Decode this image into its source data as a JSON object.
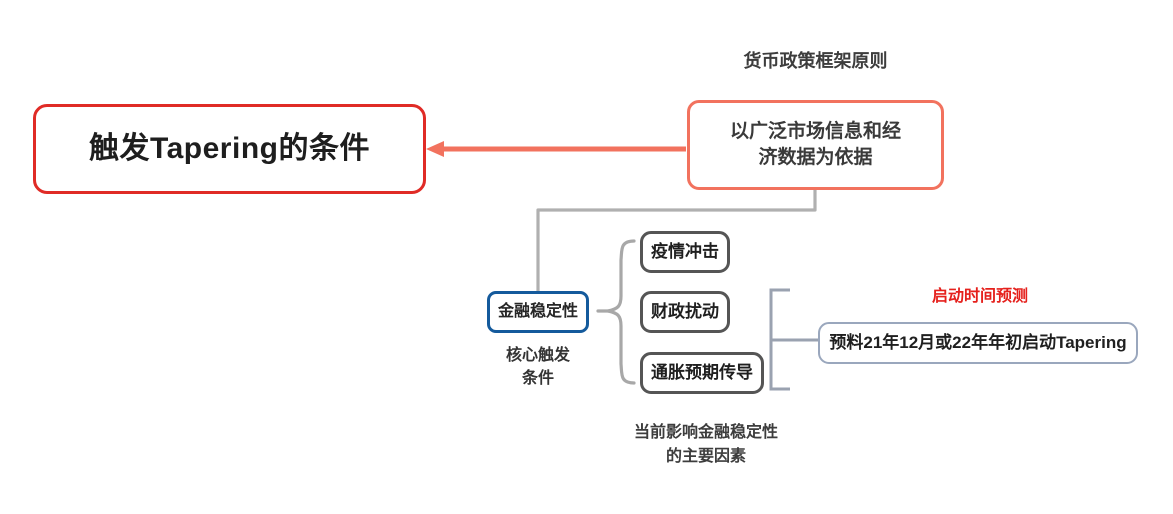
{
  "diagram": {
    "type": "mind-map",
    "background": "#ffffff",
    "root": {
      "label": "触发Tapering的条件",
      "border_color": "#e02b26"
    },
    "principle": {
      "caption": "货币政策框架原则",
      "label": "以广泛市场信息和经\n济数据为依据",
      "border_color": "#f2725e"
    },
    "stability": {
      "label": "金融稳定性",
      "caption": "核心触发\n条件",
      "border_color": "#145a9c"
    },
    "factors": {
      "caption": "当前影响金融稳定性\n的主要因素",
      "border_color": "#555555",
      "items": [
        {
          "label": "疫情冲击"
        },
        {
          "label": "财政扰动"
        },
        {
          "label": "通胀预期传导"
        }
      ]
    },
    "forecast": {
      "caption": "启动时间预测",
      "caption_color": "#e5201c",
      "label": "预料21年12月或22年年初启动Tapering",
      "border_color": "#9aa7bd"
    },
    "connectors": {
      "root_to_principle_color": "#f2725e",
      "principle_to_stability_color": "#b0b0b0",
      "stability_brace_color": "#a8a8a8",
      "factors_bracket_color": "#9aa2b0"
    }
  }
}
